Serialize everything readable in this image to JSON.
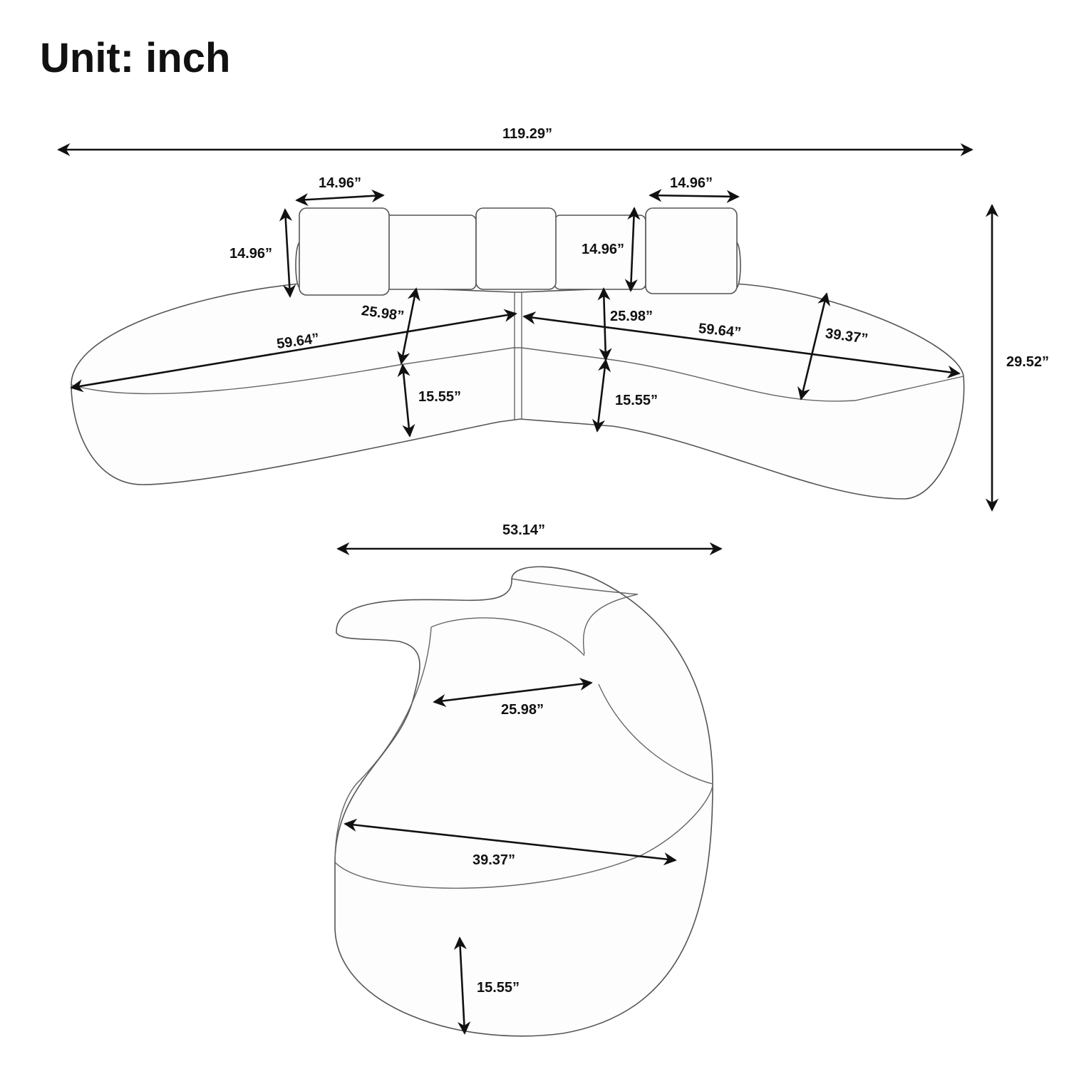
{
  "title": "Unit: inch",
  "sofa": {
    "overall_width": "119.29”",
    "overall_height": "29.52”",
    "pillow_width_left": "14.96”",
    "pillow_width_right": "14.96”",
    "pillow_height_left": "14.96”",
    "pillow_height_right": "14.96”",
    "seat_depth_left": "25.98”",
    "seat_depth_right": "25.98”",
    "section_length_left": "59.64”",
    "section_length_right": "59.64”",
    "end_depth": "39.37”",
    "seat_height_left": "15.55”",
    "seat_height_right": "15.55”"
  },
  "ottoman": {
    "overall_width": "53.14”",
    "seat_depth": "25.98”",
    "width": "39.37”",
    "seat_height": "15.55”"
  }
}
